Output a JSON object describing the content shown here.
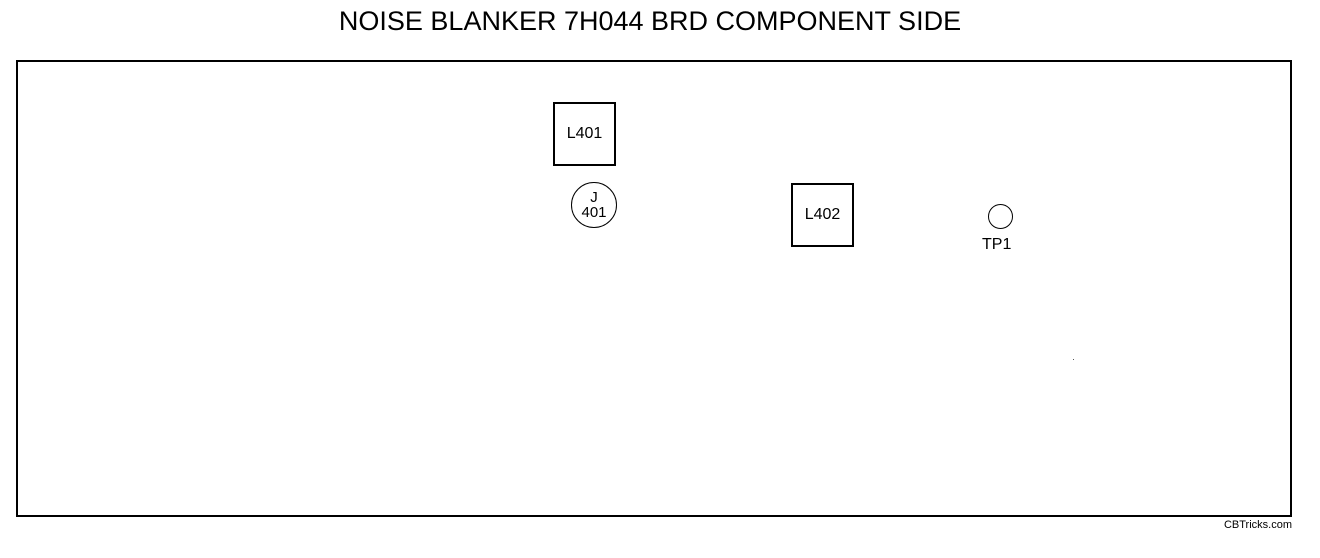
{
  "title": "NOISE BLANKER 7H044 BRD COMPONENT SIDE",
  "components": {
    "l401": "L401",
    "l402": "L402",
    "j401_top": "J",
    "j401_bottom": "401",
    "tp1": "TP1"
  },
  "watermark": "CBTricks.com",
  "colors": {
    "line": "#000000",
    "background": "#ffffff"
  }
}
